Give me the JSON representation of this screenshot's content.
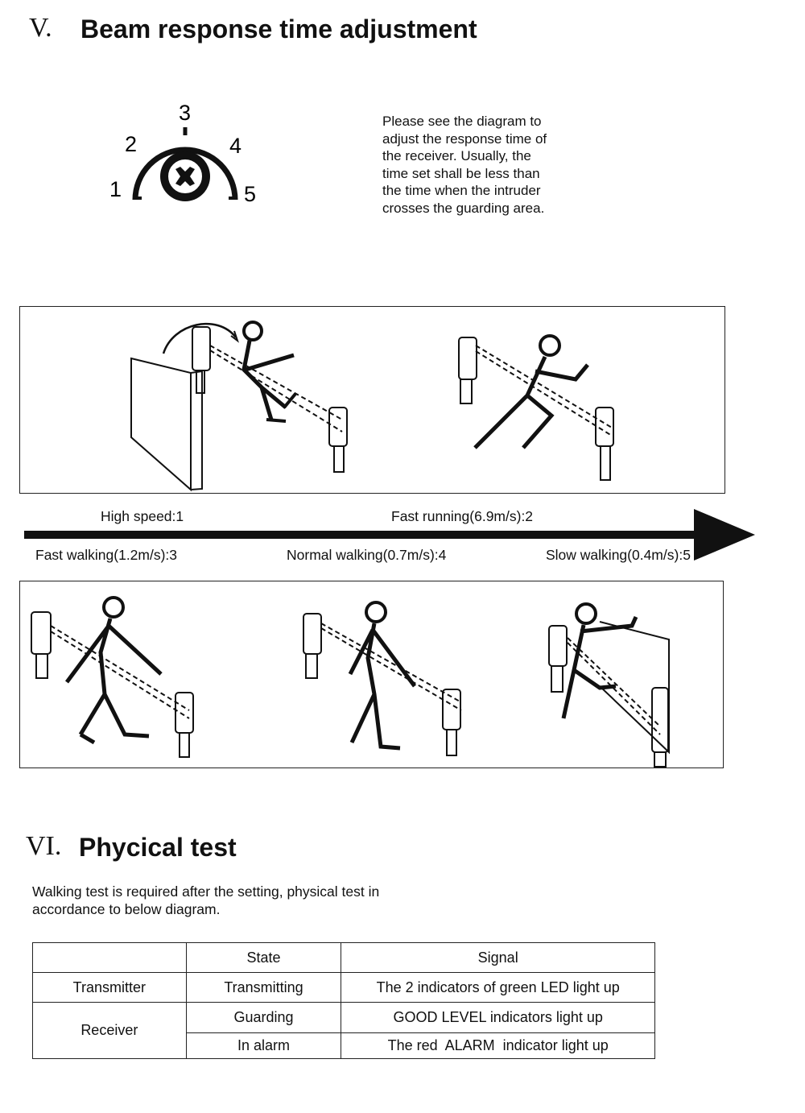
{
  "section5": {
    "numeral": "V.",
    "title": "Beam response time adjustment",
    "dial_labels": [
      "1",
      "2",
      "3",
      "4",
      "5"
    ],
    "note": "Please see the diagram to\nadjust the response time of\nthe receiver. Usually, the\ntime set shall be less than\nthe time when the intruder\ncrosses the guarding area."
  },
  "speeds": {
    "high_speed": "High speed:1",
    "fast_running": "Fast running(6.9m/s):2",
    "fast_walking": "Fast walking(1.2m/s):3",
    "normal_walking": "Normal walking(0.7m/s):4",
    "slow_walking": "Slow walking(0.4m/s):5"
  },
  "section6": {
    "numeral": "VI.",
    "title": "Phycical test",
    "intro": "Walking test is required after the setting, physical test in\naccordance to below diagram."
  },
  "table": {
    "header": [
      "",
      "State",
      "Signal"
    ],
    "transmitter": {
      "device": "Transmitter",
      "state": "Transmitting",
      "signal": "The 2 indicators of green LED light up"
    },
    "receiver": {
      "device": "Receiver",
      "guarding": {
        "state": "Guarding",
        "signal": "GOOD LEVEL indicators light up"
      },
      "alarm": {
        "state": "In alarm",
        "signal": "The red  ALARM  indicator light up"
      }
    }
  }
}
